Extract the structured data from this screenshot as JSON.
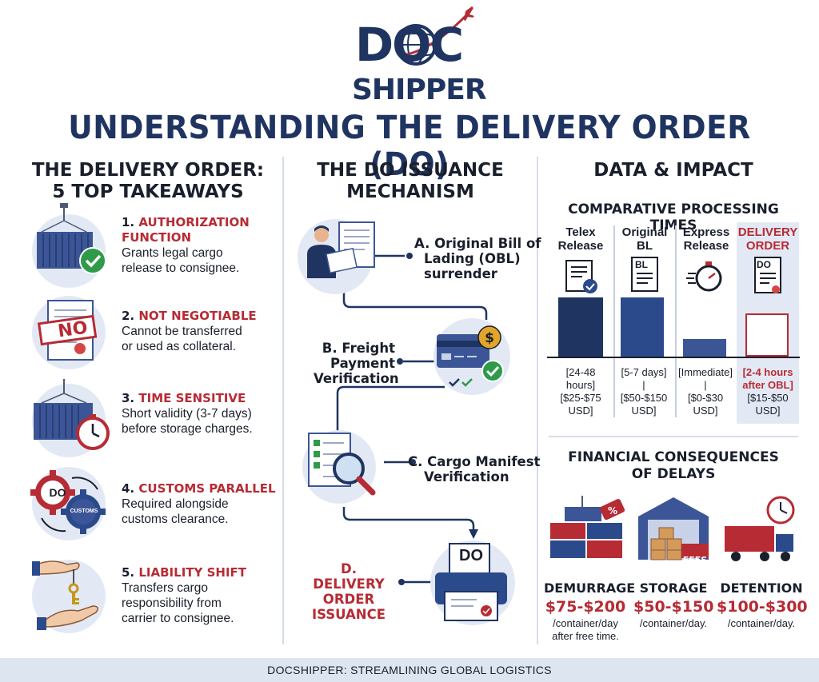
{
  "logo": {
    "line1": "DOC",
    "line2": "SHIPPER"
  },
  "title": "UNDERSTANDING THE DELIVERY ORDER (DO)",
  "takeaways": {
    "title_line1": "THE DELIVERY ORDER:",
    "title_line2": "5 TOP TAKEAWAYS",
    "items": [
      {
        "num": "1.",
        "label_line1": "AUTHORIZATION",
        "label_line2": "FUNCTION",
        "desc_line1": "Grants legal cargo",
        "desc_line2": "release to consignee.",
        "desc_line3": "",
        "icon": "container-check-icon"
      },
      {
        "num": "2.",
        "label_line1": "NOT NEGOTIABLE",
        "label_line2": "",
        "desc_line1": "Cannot be transferred",
        "desc_line2": "or used as collateral.",
        "desc_line3": "",
        "icon": "no-stamp-document-icon",
        "stamp": "NO"
      },
      {
        "num": "3.",
        "label_line1": "TIME SENSITIVE",
        "label_line2": "",
        "desc_line1": "Short validity (3-7 days)",
        "desc_line2": "before storage charges.",
        "desc_line3": "",
        "icon": "container-stopwatch-icon"
      },
      {
        "num": "4.",
        "label_line1": "CUSTOMS PARALLEL",
        "label_line2": "",
        "desc_line1": "Required alongside",
        "desc_line2": "customs clearance.",
        "desc_line3": "",
        "icon": "gears-icon",
        "gear1": "DO",
        "gear2": "CUSTOMS"
      },
      {
        "num": "5.",
        "label_line1": "LIABILITY SHIFT",
        "label_line2": "",
        "desc_line1": "Transfers cargo",
        "desc_line2": "responsibility from",
        "desc_line3": "carrier to consignee.",
        "icon": "key-handoff-icon"
      }
    ]
  },
  "mechanism": {
    "title_line1": "THE DO ISSUANCE",
    "title_line2": "MECHANISM",
    "steps": [
      {
        "line1": "A. Original Bill of",
        "line2": "Lading (OBL)",
        "line3": "surrender",
        "icon": "person-documents-icon"
      },
      {
        "line1": "B. Freight",
        "line2": "Payment",
        "line3": "Verification",
        "icon": "credit-card-payment-icon"
      },
      {
        "line1": "C. Cargo Manifest",
        "line2": "Verification",
        "line3": "",
        "icon": "manifest-magnifier-icon"
      },
      {
        "line1": "D. DELIVERY",
        "line2": "ORDER",
        "line3": "ISSUANCE",
        "icon": "printer-do-icon",
        "doc_label": "DO"
      }
    ]
  },
  "impact": {
    "title": "DATA & IMPACT",
    "processing_title": "COMPARATIVE PROCESSING TIMES",
    "columns": [
      {
        "head1": "Telex",
        "head2": "Release",
        "time1": "[24-48",
        "time2": "hours]",
        "cost1": "[$25-$75",
        "cost2": "USD]",
        "icon": "telex-document-check-icon",
        "doc_label": ""
      },
      {
        "head1": "Original",
        "head2": "BL",
        "time1": "[5-7 days]",
        "time2": "|",
        "cost1": "[$50-$150",
        "cost2": "USD]",
        "icon": "bl-document-icon",
        "doc_label": "BL"
      },
      {
        "head1": "Express",
        "head2": "Release",
        "time1": "[Immediate]",
        "time2": "|",
        "cost1": "[$0-$30",
        "cost2": "USD]",
        "icon": "stopwatch-icon",
        "doc_label": ""
      },
      {
        "head1": "DELIVERY",
        "head2": "ORDER",
        "time1": "[2-4 hours",
        "time2": "after OBL]",
        "cost1": "[$15-$50",
        "cost2": "USD]",
        "icon": "do-document-icon",
        "doc_label": "DO"
      }
    ],
    "financial_title_line1": "FINANCIAL CONSEQUENCES",
    "financial_title_line2": "OF DELAYS",
    "fees": [
      {
        "name": "DEMURRAGE",
        "price": "$75-$200",
        "unit1": "/container/day",
        "unit2": "after free time.",
        "icon": "container-stack-tag-icon"
      },
      {
        "name": "STORAGE",
        "price": "$50-$150",
        "unit1": "/container/day.",
        "unit2": "",
        "icon": "warehouse-fees-icon",
        "badge": "FEES"
      },
      {
        "name": "DETENTION",
        "price": "$100-$300",
        "unit1": "/container/day.",
        "unit2": "",
        "icon": "truck-clock-icon"
      }
    ]
  },
  "footer": "DOCSHIPPER: STREAMLINING GLOBAL LOGISTICS",
  "colors": {
    "navy": "#1f3461",
    "red": "#b72b34",
    "light_blue": "#e3e9f4",
    "bar_blue": "#2b4a8c"
  }
}
